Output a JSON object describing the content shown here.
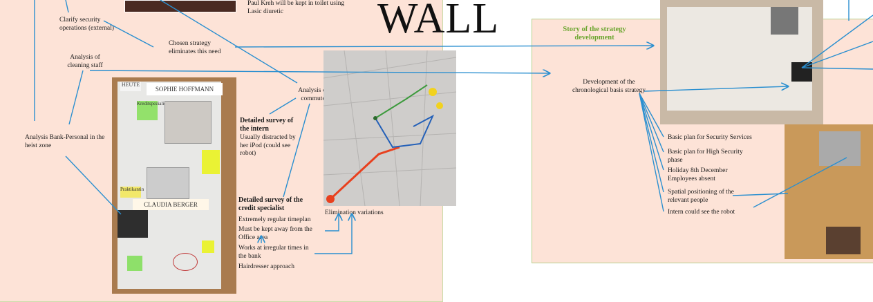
{
  "header": {
    "title": "WALL"
  },
  "left_panel": {
    "top_note": "Paul Kreh will be kept in toilet using Lasic diuretic",
    "clarify": "Clarify security operations (external)",
    "chosen": "Chosen strategy eliminates this need",
    "analysis_cleaning": "Analysis of cleaning staff",
    "analysis_bank": "Analysis Bank-Personal in the heist zone",
    "analysis_commute": "Analysis of commute",
    "intern_title": "Detailed survey of the intern",
    "intern_body": "Usually distracted by her iPod (could see robot)",
    "credit_title": "Detailed survey of the credit specialist",
    "credit_items": [
      "Extremely regular timeplan",
      "Must be kept away from the Office area",
      "Works at irregular times in the bank",
      "Hairdresser approach"
    ],
    "elimination": "Elimination variations",
    "board_cards": [
      "HEUTE",
      "SOPHIE HOFFMANN",
      "Kreditspezialist",
      "CLAUDIA BERGER",
      "Praktikantin"
    ]
  },
  "right_panel": {
    "title": "Story of the strategy development",
    "dev_basis": "Development of the chronological basis strategy",
    "items": [
      "Basic plan for Security Services",
      "Basic plan for High Security phase",
      "Holiday 8th December Employees absent",
      "Spatial positioning of the relevant people",
      "Intern could see the robot"
    ]
  },
  "colors": {
    "panel_bg": "#fde3d7",
    "line": "#2a8fd0",
    "green": "#6aa52e",
    "border": "#b7d08c"
  }
}
